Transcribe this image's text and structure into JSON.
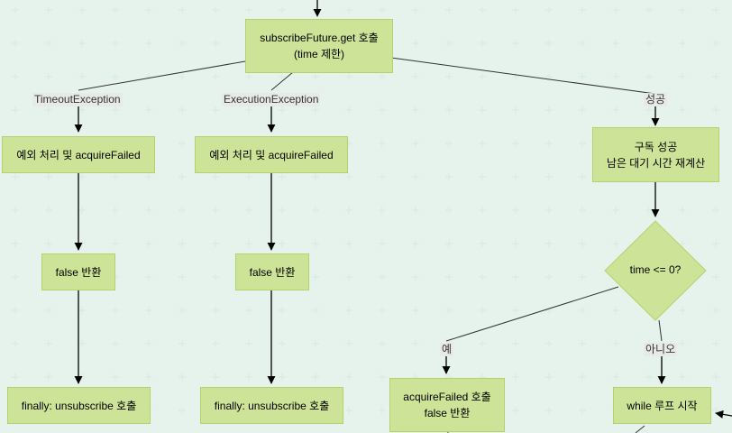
{
  "nodes": {
    "get_call": {
      "line1": "subscribeFuture.get 호출",
      "line2": "(time 제한)"
    },
    "timeout_fail": "예외 처리 및 acquireFailed",
    "exec_fail": "예외 처리 및 acquireFailed",
    "sub_success": {
      "line1": "구독 성공",
      "line2": "남은 대기 시간 재계산"
    },
    "false1": "false 반환",
    "false2": "false 반환",
    "time_check": "time <= 0?",
    "finally1": "finally: unsubscribe 호출",
    "finally2": "finally: unsubscribe 호출",
    "acquire_failed": {
      "line1": "acquireFailed 호출",
      "line2": "false 반환"
    },
    "while_loop": "while 루프 시작"
  },
  "edge_labels": {
    "timeout": "TimeoutException",
    "execution": "ExecutionException",
    "success": "성공",
    "yes": "예",
    "no": "아니오"
  },
  "colors": {
    "node_fill": "#cde498",
    "node_border": "#b3d26a",
    "edge": "#333333",
    "grid": "#dcefe4"
  }
}
